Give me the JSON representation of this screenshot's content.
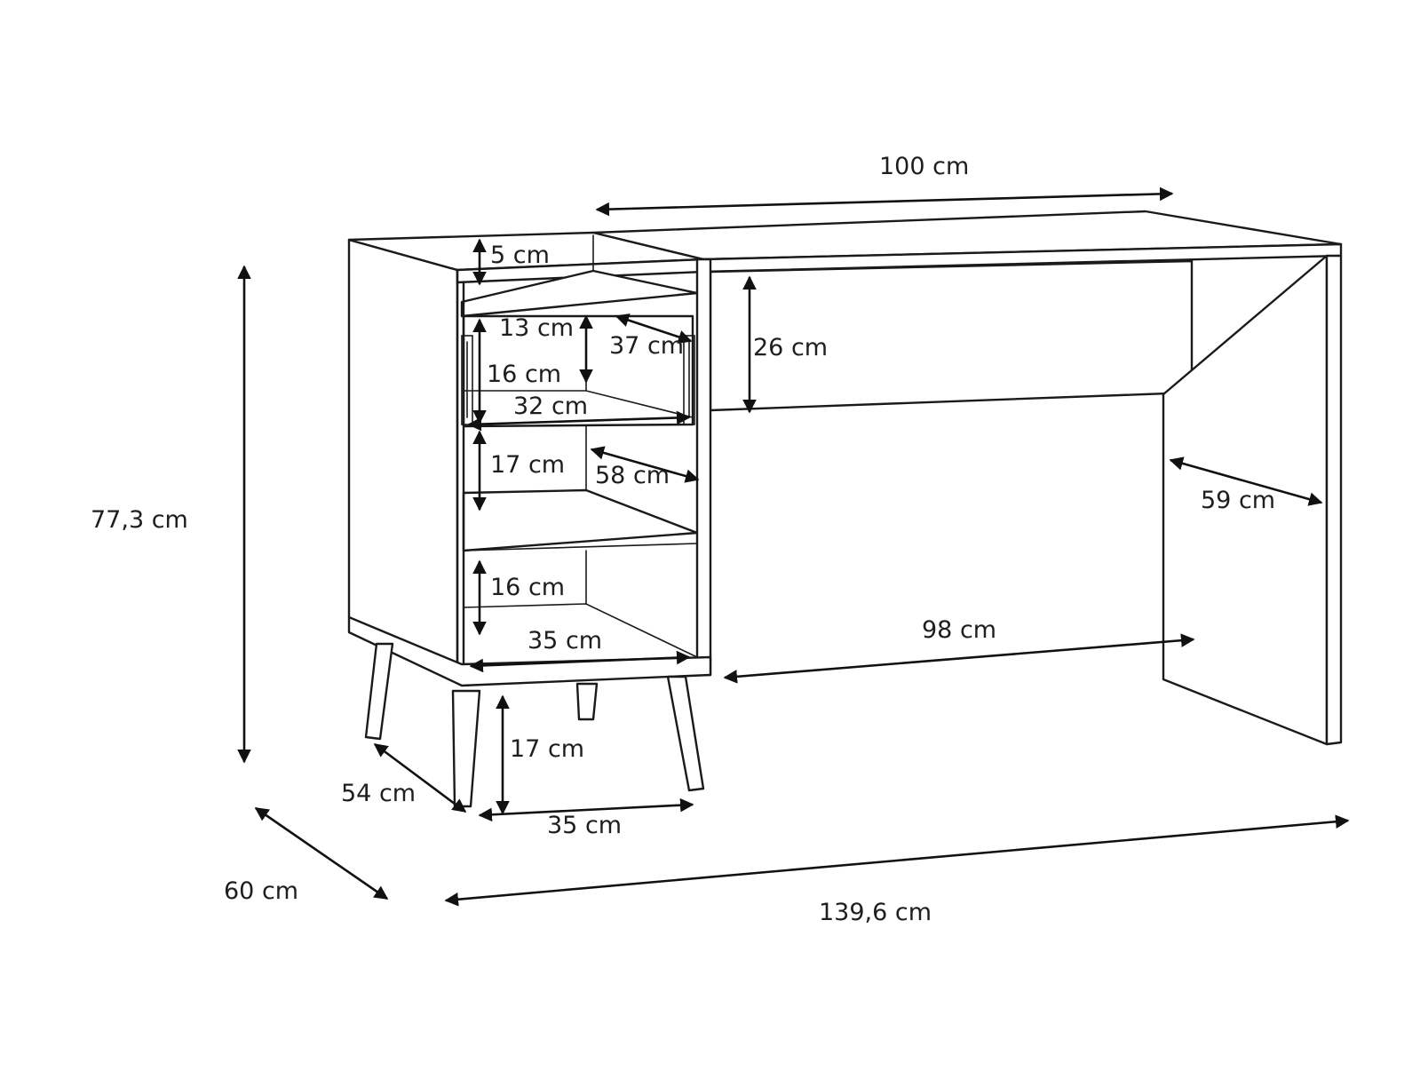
{
  "dimensions": {
    "desk_top_width": "100 cm",
    "top_gap": "5 cm",
    "drawer_height": "13 cm",
    "drawer_depth": "37 cm",
    "drawer_inner_height": "16 cm",
    "drawer_width": "32 cm",
    "apron_height": "26 cm",
    "upper_shelf_height": "17 cm",
    "cabinet_inner_depth": "58 cm",
    "leg_panel_depth": "59 cm",
    "lower_shelf_height": "16 cm",
    "shelf_width": "35 cm",
    "knee_width": "98 cm",
    "total_height": "77,3 cm",
    "leg_height": "17 cm",
    "leg_depth": "54 cm",
    "leg_span": "35 cm",
    "total_depth": "60 cm",
    "total_width": "139,6 cm"
  },
  "colors": {
    "line": "#1a1a1a",
    "background": "#ffffff"
  }
}
